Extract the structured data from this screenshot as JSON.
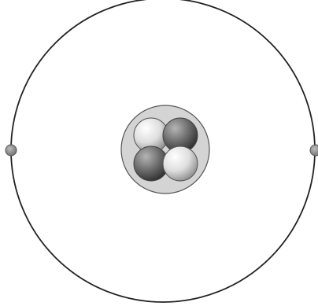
{
  "diagram": {
    "kind": "atom-model",
    "colors": {
      "orbit_stroke": "#222222",
      "electron_fill": "#8a8a8a",
      "electron_stroke": "#555555",
      "nucleus_fill": "#d4d4d4",
      "nucleus_stroke": "#555555",
      "nucleon_light": "#e6e6e6",
      "nucleon_dark": "#5f5f5f"
    },
    "electron_count": 2,
    "nucleon_count": 4
  }
}
